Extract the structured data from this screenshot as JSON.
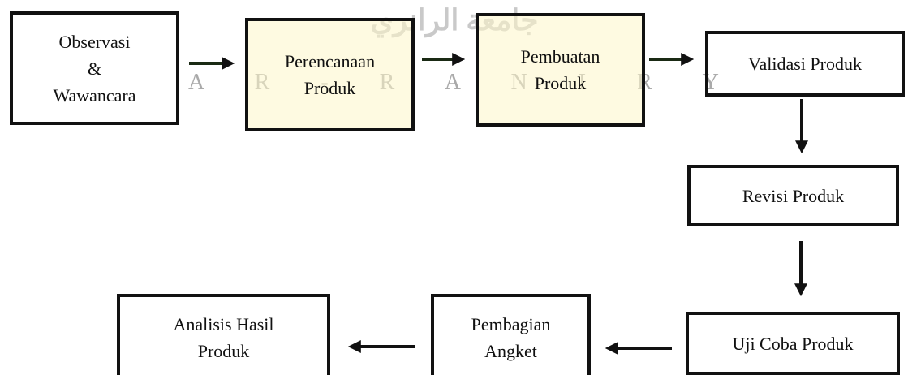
{
  "watermark": {
    "arabic": "جامعة الرانري",
    "latin": "A R - R A N I R Y"
  },
  "nodes": {
    "observasi": "Observasi\n&\nWawancara",
    "perencanaan": "Perencanaan\nProduk",
    "pembuatan": "Pembuatan\nProduk",
    "validasi": "Validasi Produk",
    "revisi": "Revisi Produk",
    "ujicoba": "Uji Coba Produk",
    "pembagian": "Pembagian\nAngket",
    "analisis": "Analisis Hasil\nProduk"
  },
  "colors": {
    "stroke": "#111111",
    "tint": "#fdf5c8",
    "watermark": "#b8b8b8"
  }
}
